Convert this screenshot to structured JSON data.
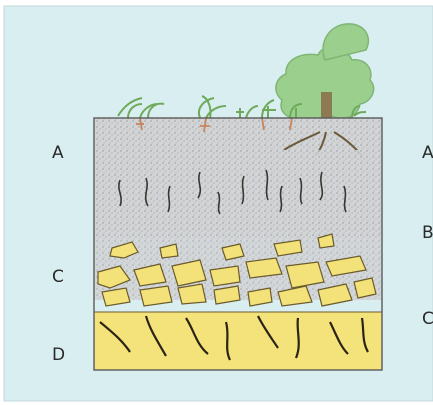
{
  "diagram": {
    "left_labels": [
      "A",
      "C",
      "D"
    ],
    "right_labels": [
      "A",
      "B",
      "C"
    ]
  },
  "colors": {
    "background": "#d8eef0",
    "frame": "#c9dde0",
    "topsoil": "#cfd1d4",
    "rock": "#f3e27a",
    "bedrock": "#f4e27a",
    "crack": "#2b2416",
    "tree_canopy": "#9bcf8e",
    "tree_trunk": "#8c7a52",
    "grass": "#6faa5a",
    "roots": "#c8845a"
  }
}
